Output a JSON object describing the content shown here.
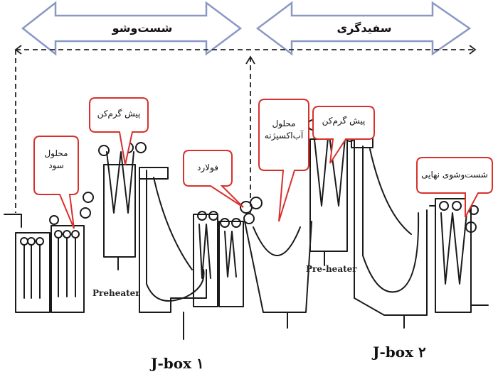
{
  "arrows": {
    "left_label": "شست‌وشو",
    "right_label": "سفیدگری"
  },
  "callouts": {
    "caustic": "محلول سود",
    "preheat_left": "پیش گرم‌کن",
    "steel": "فولارد",
    "peroxide": "محلول آب‌اکسیژنه",
    "preheat_right": "پیش گرم‌کن",
    "final_wash": "شست‌وشوی نهایی"
  },
  "stages": {
    "preheater_left": "Preheater",
    "preheater_right": "Pre-heater"
  },
  "jboxes": {
    "left": "J-box ۱",
    "right": "J-box ۲"
  },
  "colors": {
    "arrow_fill": "#ffffff",
    "arrow_stroke": "#8a98c4",
    "callout_stroke": "#d8302c",
    "ink": "#1a1a1a"
  }
}
